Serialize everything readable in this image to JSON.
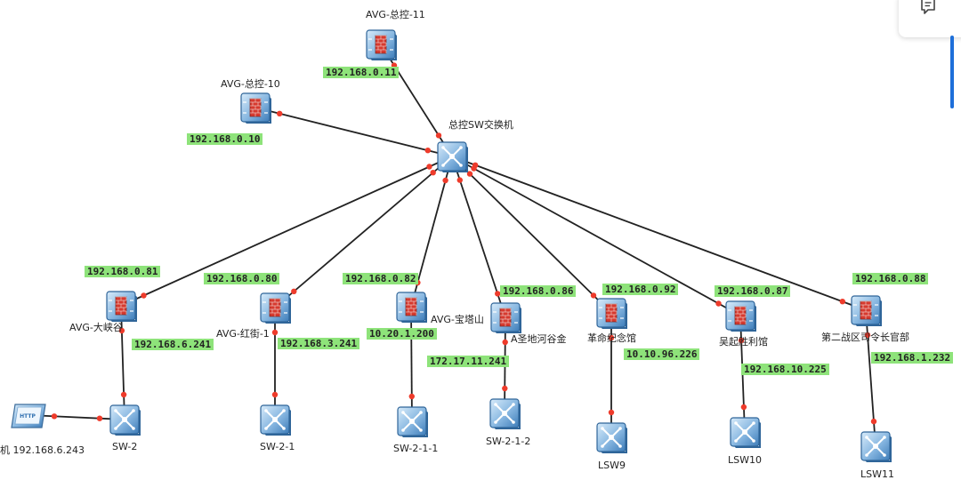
{
  "colors": {
    "link": "#222222",
    "port": "#ee3b2b",
    "ip_bg": "#8ee37a",
    "device_light": "#b9d8f2",
    "device_dark": "#3d7cb8"
  },
  "side_panel": {
    "icon": "note-icon"
  },
  "devices": {
    "fw11": {
      "type": "firewall",
      "label": "AVG-总控-11"
    },
    "fw10": {
      "type": "firewall",
      "label": "AVG-总控-10"
    },
    "core": {
      "type": "switch",
      "label": "总控SW交换机"
    },
    "fw81": {
      "type": "firewall",
      "label": "AVG-大峡谷"
    },
    "fw80": {
      "type": "firewall",
      "label": "AVG-红街-1"
    },
    "fw82": {
      "type": "firewall",
      "label": "AVG-宝塔山"
    },
    "fw86": {
      "type": "firewall",
      "label": "A圣地河谷金"
    },
    "fw92": {
      "type": "firewall",
      "label": "革命纪念馆"
    },
    "fw87": {
      "type": "firewall",
      "label": "吴起胜利馆"
    },
    "fw88": {
      "type": "firewall",
      "label": "第二战区司令长官部"
    },
    "sw2": {
      "type": "switch",
      "label": "SW-2"
    },
    "sw21": {
      "type": "switch",
      "label": "SW-2-1"
    },
    "sw211": {
      "type": "switch",
      "label": "SW-2-1-1"
    },
    "sw212": {
      "type": "switch",
      "label": "SW-2-1-2"
    },
    "lsw9": {
      "type": "switch",
      "label": "LSW9"
    },
    "lsw10": {
      "type": "switch",
      "label": "LSW10"
    },
    "lsw11": {
      "type": "switch",
      "label": "LSW11"
    },
    "http": {
      "type": "pc",
      "label": "机 192.168.6.243",
      "screen_text": "HTTP"
    }
  },
  "ips": {
    "fw11": "192.168.0.11",
    "fw10": "192.168.0.10",
    "fw81": "192.168.0.81",
    "fw80": "192.168.0.80",
    "fw82": "192.168.0.82",
    "fw86": "192.168.0.86",
    "fw92": "192.168.0.92",
    "fw87": "192.168.0.87",
    "fw88": "192.168.0.88",
    "fw81_down": "192.168.6.241",
    "fw80_down": "192.168.3.241",
    "fw82_down": "10.20.1.200",
    "fw86_down": "172.17.11.241",
    "fw92_down": "10.10.96.226",
    "fw87_down": "192.168.10.225",
    "fw88_down": "192.168.1.232"
  },
  "links": [
    [
      "core",
      "fw11"
    ],
    [
      "core",
      "fw10"
    ],
    [
      "core",
      "fw81"
    ],
    [
      "core",
      "fw80"
    ],
    [
      "core",
      "fw82"
    ],
    [
      "core",
      "fw86"
    ],
    [
      "core",
      "fw92"
    ],
    [
      "core",
      "fw87"
    ],
    [
      "core",
      "fw88"
    ],
    [
      "fw81",
      "sw2"
    ],
    [
      "fw80",
      "sw21"
    ],
    [
      "fw82",
      "sw211"
    ],
    [
      "fw86",
      "sw212"
    ],
    [
      "fw92",
      "lsw9"
    ],
    [
      "fw87",
      "lsw10"
    ],
    [
      "fw88",
      "lsw11"
    ],
    [
      "http",
      "sw2"
    ]
  ]
}
